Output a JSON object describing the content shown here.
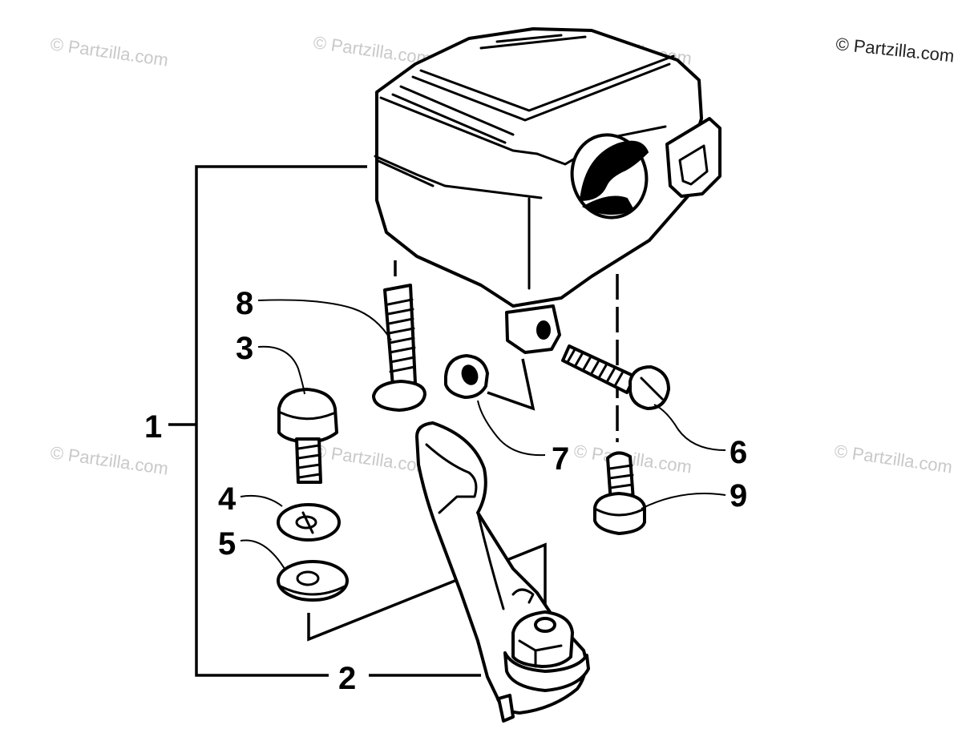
{
  "copyright": "© Partzilla.com",
  "watermark": "© Partzilla.com",
  "callouts": {
    "c1": "1",
    "c2": "2",
    "c3": "3",
    "c4": "4",
    "c5": "5",
    "c6": "6",
    "c7": "7",
    "c8": "8",
    "c9": "9"
  }
}
